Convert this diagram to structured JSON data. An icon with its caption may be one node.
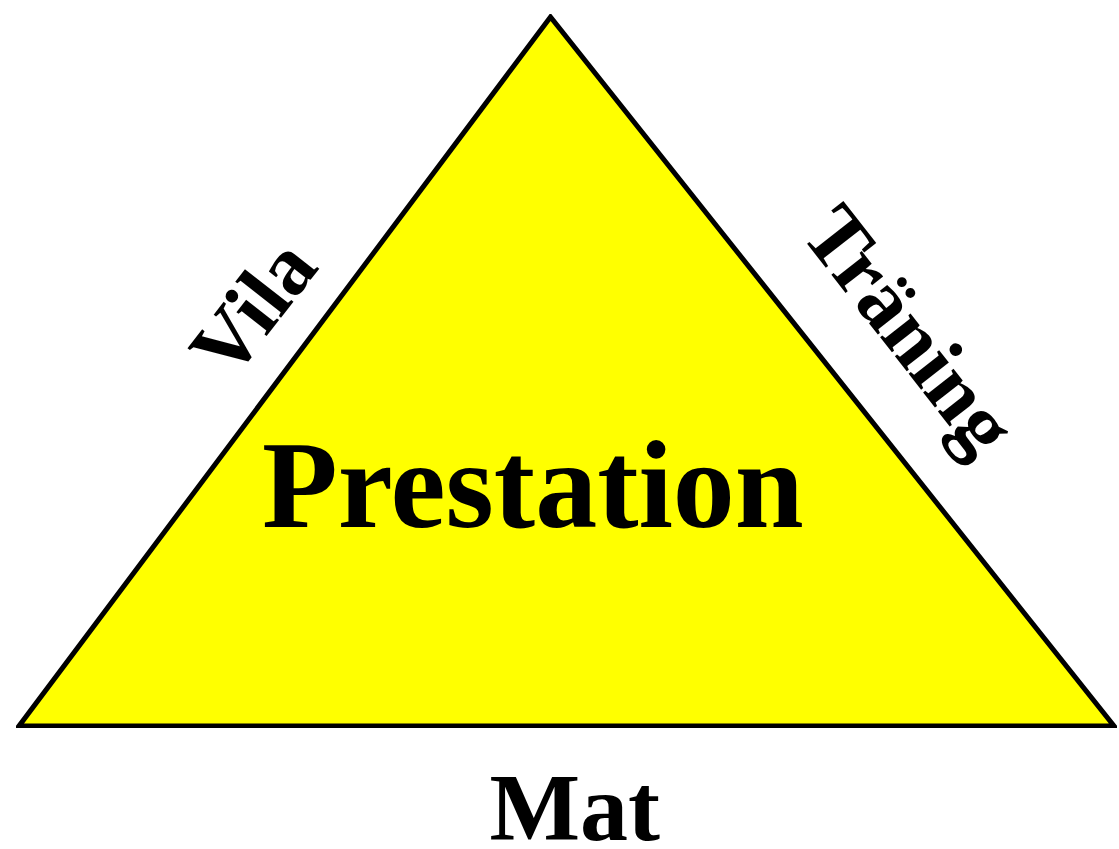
{
  "diagram": {
    "nodes": [
      {
        "text": [
          "Prestation"
        ]
      }
    ],
    "labels": [
      "Vila",
      "Träning",
      "Mat"
    ]
  }
}
